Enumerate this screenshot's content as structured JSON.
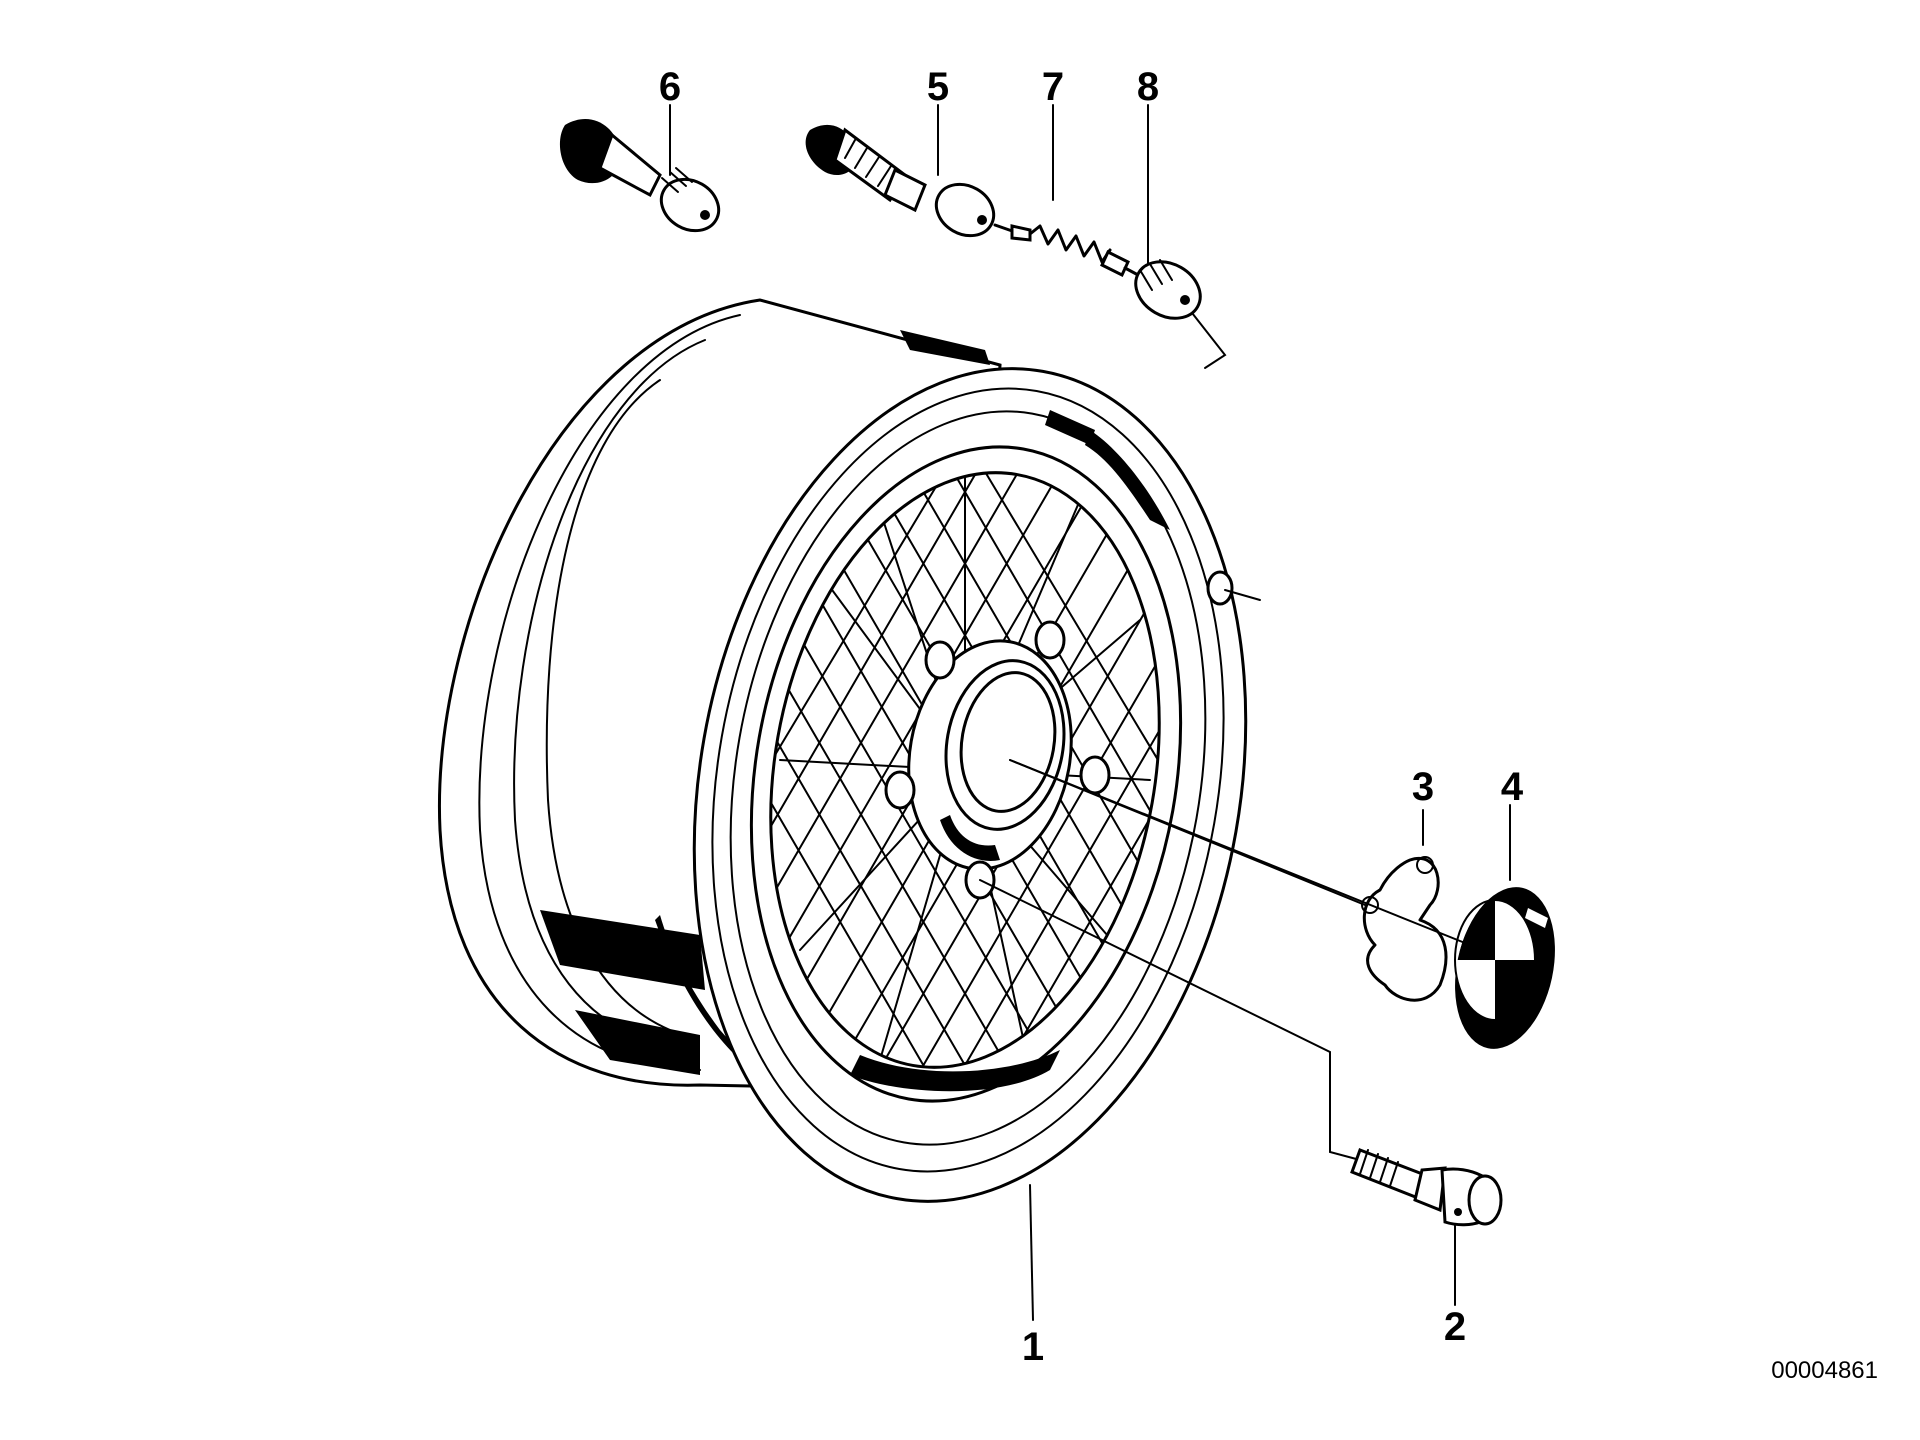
{
  "parts": [
    {
      "id": "wheel-rim",
      "callout": "1"
    },
    {
      "id": "wheel-bolt",
      "callout": "2"
    },
    {
      "id": "retaining-clip",
      "callout": "3"
    },
    {
      "id": "hub-cap-emblem",
      "callout": "4"
    },
    {
      "id": "valve-body",
      "callout": "5"
    },
    {
      "id": "rubber-valve",
      "callout": "6"
    },
    {
      "id": "valve-core",
      "callout": "7"
    },
    {
      "id": "valve-cap",
      "callout": "8"
    }
  ],
  "document_id": "00004861",
  "colors": {
    "ink": "#000000",
    "paper": "#ffffff"
  }
}
